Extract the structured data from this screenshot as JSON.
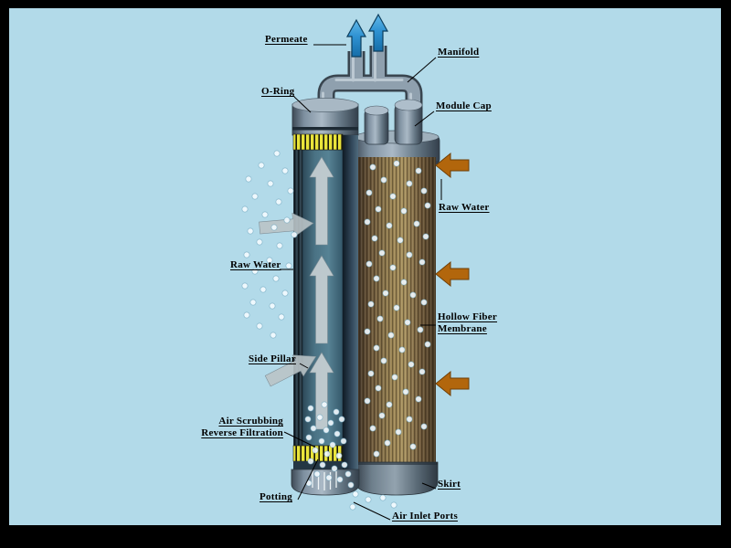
{
  "diagram": {
    "labels": {
      "permeate": "Permeate",
      "manifold": "Manifold",
      "o_ring": "O-Ring",
      "module_cap": "Module Cap",
      "raw_water_right": "Raw Water",
      "raw_water_left": "Raw Water",
      "hollow_fiber_line1": "Hollow Fiber",
      "hollow_fiber_line2": "Membrane",
      "side_pillar": "Side Pillar",
      "air_scrubbing_line1": "Air Scrubbing",
      "air_scrubbing_line2": "Reverse Filtration",
      "potting": "Potting",
      "skirt": "Skirt",
      "air_inlet_ports": "Air Inlet Ports"
    },
    "colors": {
      "background": "#b2dae9",
      "frame": "#000000",
      "permeate_arrow_blue": "#2f92d2",
      "raw_water_arrow_orange": "#b2660c",
      "potting_yellow": "#e9e43a",
      "membrane_brown": "#a08a58",
      "housing_interior_blue": "#4a7284",
      "pipe_gray": "#8fa0ae"
    }
  }
}
